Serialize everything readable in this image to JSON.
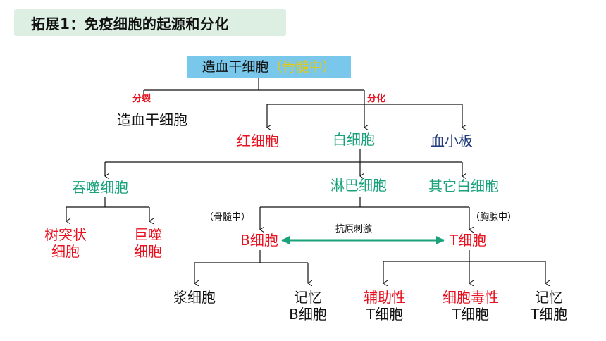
{
  "title": "拓展1：免疫细胞的起源和分化",
  "root": {
    "main": "造血干细胞",
    "paren": "（骨髓中）"
  },
  "edge_labels": {
    "split": "分裂",
    "differentiate": "分化",
    "antigen_stimulus": "抗原刺激",
    "bone_marrow": "（骨髓中）",
    "thymus": "（胸腺中）"
  },
  "nodes": {
    "hsc_copy": "造血干细胞",
    "rbc": "红细胞",
    "wbc": "白细胞",
    "platelet": "血小板",
    "phagocyte": "吞噬细胞",
    "lymphocyte": "淋巴细胞",
    "other_wbc": "其它白细胞",
    "dendritic_1": "树突状",
    "dendritic_2": "细胞",
    "macrophage_1": "巨噬",
    "macrophage_2": "细胞",
    "b_cell": "B细胞",
    "t_cell": "T细胞",
    "plasma": "浆细胞",
    "memory_b_1": "记忆",
    "memory_b_2": "B细胞",
    "helper_t_1": "辅助性",
    "helper_t_2": "T细胞",
    "cytotoxic_t_1": "细胞毒性",
    "cytotoxic_t_2": "T细胞",
    "memory_t_1": "记忆",
    "memory_t_2": "T细胞"
  },
  "colors": {
    "accent_red": "#e8101e",
    "accent_green": "#1aa37a",
    "accent_navy": "#1f3a7a",
    "root_fill": "#79c8ec",
    "title_fill": "#dcefe2",
    "paren_yellow": "#e8c80c"
  }
}
